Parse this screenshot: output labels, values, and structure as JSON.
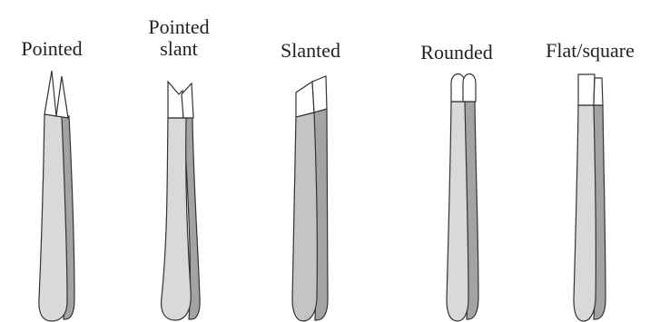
{
  "tweezers": [
    {
      "id": "pointed",
      "label_lines": [
        "Pointed"
      ],
      "tip_shape": "pointed-icon"
    },
    {
      "id": "pointed-slant",
      "label_lines": [
        "Pointed",
        "slant"
      ],
      "tip_shape": "pointed-slant-icon"
    },
    {
      "id": "slanted",
      "label_lines": [
        "Slanted"
      ],
      "tip_shape": "slanted-icon"
    },
    {
      "id": "rounded",
      "label_lines": [
        "Rounded"
      ],
      "tip_shape": "rounded-icon"
    },
    {
      "id": "flat-square",
      "label_lines": [
        "Flat/square"
      ],
      "tip_shape": "flat-square-icon"
    }
  ],
  "colors": {
    "body_light": "#d9d9d9",
    "body_dark": "#a3a3a3",
    "outline": "#333333",
    "tip": "#ffffff"
  }
}
